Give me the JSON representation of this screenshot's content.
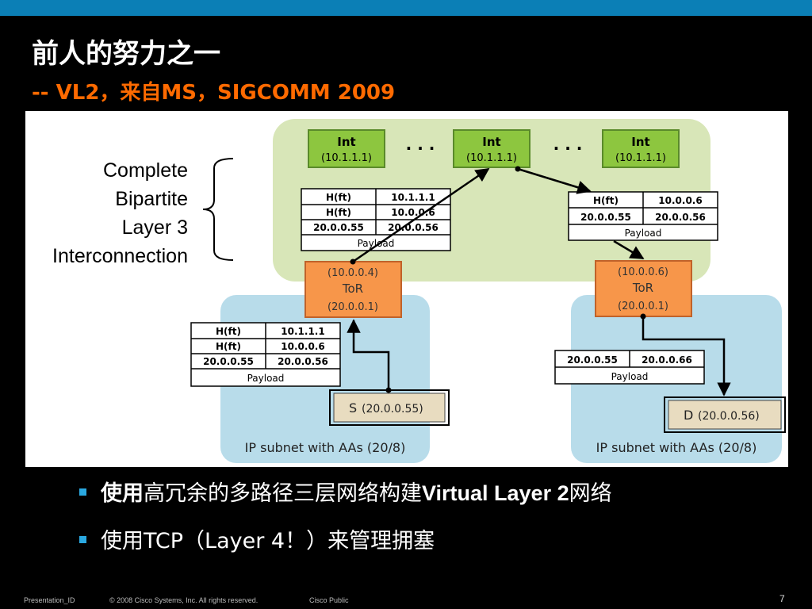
{
  "slide": {
    "title": "前人的努力之一",
    "subtitle": "-- VL2，来自MS，SIGCOMM 2009",
    "bullets": [
      {
        "bold": "使用",
        "text": "高冗余的多路径三层网络构建",
        "bold2": "Virtual Layer 2",
        "tail": "网络"
      },
      {
        "text": "使用TCP（Layer 4！）来管理拥塞"
      }
    ],
    "footer": {
      "presentation_id": "Presentation_ID",
      "copyright": "© 2008 Cisco Systems, Inc. All rights reserved.",
      "classification": "Cisco Public",
      "page_number": "7"
    }
  },
  "diagram": {
    "brace_label": [
      "Complete",
      "Bipartite",
      "Layer 3",
      "Interconnection"
    ],
    "ellipsis": "· · ·",
    "int_nodes": [
      {
        "name": "Int",
        "ip": "(10.1.1.1)"
      },
      {
        "name": "Int",
        "ip": "(10.1.1.1)"
      },
      {
        "name": "Int",
        "ip": "(10.1.1.1)"
      }
    ],
    "tor_nodes": [
      {
        "ip_top": "(10.0.0.4)",
        "name": "ToR",
        "ip_bottom": "(20.0.0.1)"
      },
      {
        "ip_top": "(10.0.0.6)",
        "name": "ToR",
        "ip_bottom": "(20.0.0.1)"
      }
    ],
    "hosts": [
      {
        "label": "S",
        "ip": "(20.0.0.55)"
      },
      {
        "label": "D",
        "ip": "(20.0.0.56)"
      }
    ],
    "subnet_label": "IP subnet with AAs (20/8)",
    "payload_label": "Payload",
    "packets": {
      "upper_left": [
        [
          "H(ft)",
          "10.1.1.1"
        ],
        [
          "H(ft)",
          "10.0.0.6"
        ],
        [
          "20.0.0.55",
          "20.0.0.56"
        ]
      ],
      "upper_right": [
        [
          "H(ft)",
          "10.0.0.6"
        ],
        [
          "20.0.0.55",
          "20.0.0.56"
        ]
      ],
      "lower_left": [
        [
          "H(ft)",
          "10.1.1.1"
        ],
        [
          "H(ft)",
          "10.0.0.6"
        ],
        [
          "20.0.0.55",
          "20.0.0.56"
        ]
      ],
      "lower_right": [
        [
          "20.0.0.55",
          "20.0.0.66"
        ]
      ]
    },
    "colors": {
      "core_bg": "#d8e6b8",
      "subnet_bg": "#b8dcea",
      "int_fill": "#8dc63f",
      "tor_fill": "#f7964a",
      "host_fill": "#e8dcc0"
    }
  }
}
